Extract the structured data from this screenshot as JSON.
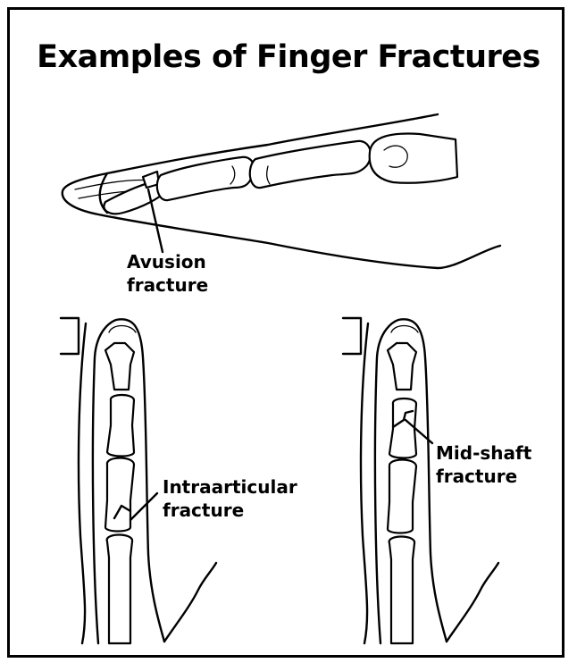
{
  "title": "Examples of Finger Fractures",
  "labels": {
    "avulsion": {
      "line1": "Avusion",
      "line2": "fracture"
    },
    "intraarticular": {
      "line1": "Intraarticular",
      "line2": "fracture"
    },
    "midshaft": {
      "line1": "Mid-shaft",
      "line2": "fracture"
    }
  },
  "colors": {
    "ink": "#000000",
    "background": "#ffffff"
  }
}
